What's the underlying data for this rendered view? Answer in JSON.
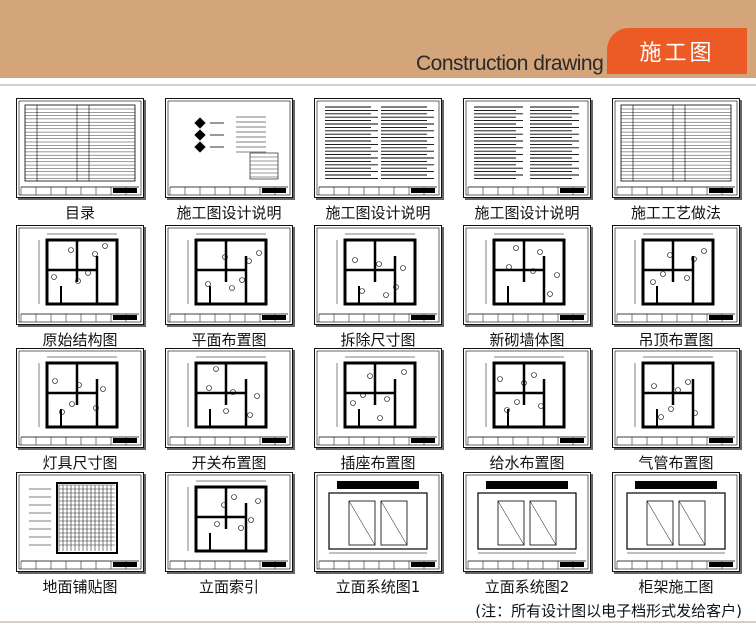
{
  "banner": {
    "subtitle": "Construction drawing",
    "tab_label": "施工图"
  },
  "colors": {
    "banner_bg": "#d4a47a",
    "tab_bg": "#ec5a26"
  },
  "drawings": [
    {
      "label": "目录",
      "kind": "table"
    },
    {
      "label": "施工图设计说明",
      "kind": "legend"
    },
    {
      "label": "施工图设计说明",
      "kind": "text"
    },
    {
      "label": "施工图设计说明",
      "kind": "text"
    },
    {
      "label": "施工工艺做法",
      "kind": "table"
    },
    {
      "label": "原始结构图",
      "kind": "plan"
    },
    {
      "label": "平面布置图",
      "kind": "plan"
    },
    {
      "label": "拆除尺寸图",
      "kind": "plan"
    },
    {
      "label": "新砌墙体图",
      "kind": "plan"
    },
    {
      "label": "吊顶布置图",
      "kind": "plan"
    },
    {
      "label": "灯具尺寸图",
      "kind": "plan"
    },
    {
      "label": "开关布置图",
      "kind": "plan"
    },
    {
      "label": "插座布置图",
      "kind": "plan"
    },
    {
      "label": "给水布置图",
      "kind": "plan"
    },
    {
      "label": "气管布置图",
      "kind": "plan"
    },
    {
      "label": "地面铺贴图",
      "kind": "floor"
    },
    {
      "label": "立面索引",
      "kind": "plan"
    },
    {
      "label": "立面系统图1",
      "kind": "elevation"
    },
    {
      "label": "立面系统图2",
      "kind": "elevation"
    },
    {
      "label": "柜架施工图",
      "kind": "elevation"
    }
  ],
  "footnote": "(注：所有设计图以电子档形式发给客户)"
}
